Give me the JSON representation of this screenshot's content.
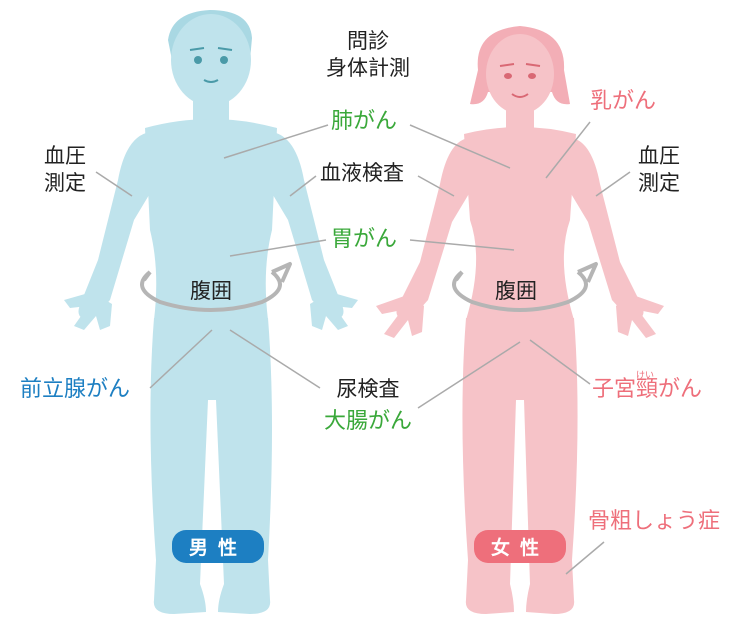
{
  "labels": {
    "top": [
      "問診",
      "身体計測"
    ],
    "lung_cancer": "肺がん",
    "breast_cancer": "乳がん",
    "bp_left": [
      "血圧",
      "測定"
    ],
    "bp_right": [
      "血圧",
      "測定"
    ],
    "blood_test": "血液検査",
    "stomach_cancer": "胃がん",
    "waist_left": "腹囲",
    "waist_right": "腹囲",
    "prostate_cancer": "前立腺がん",
    "urine_test": "尿検査",
    "colon_cancer": "大腸がん",
    "cervical_cancer": "子宮頸がん",
    "cervical_ruby": "けい",
    "osteoporosis": "骨粗しょう症"
  },
  "badges": {
    "male": "男性",
    "female": "女性"
  },
  "colors": {
    "male_body": "#bfe3ec",
    "female_body": "#f6c3c8",
    "male_badge": "#1d7fc2",
    "female_badge": "#ee6f7b",
    "green_text": "#3aa83a",
    "blue_text": "#1d7fc2",
    "pink_text": "#ee6f7b",
    "leader_line": "#aaaaaa"
  }
}
